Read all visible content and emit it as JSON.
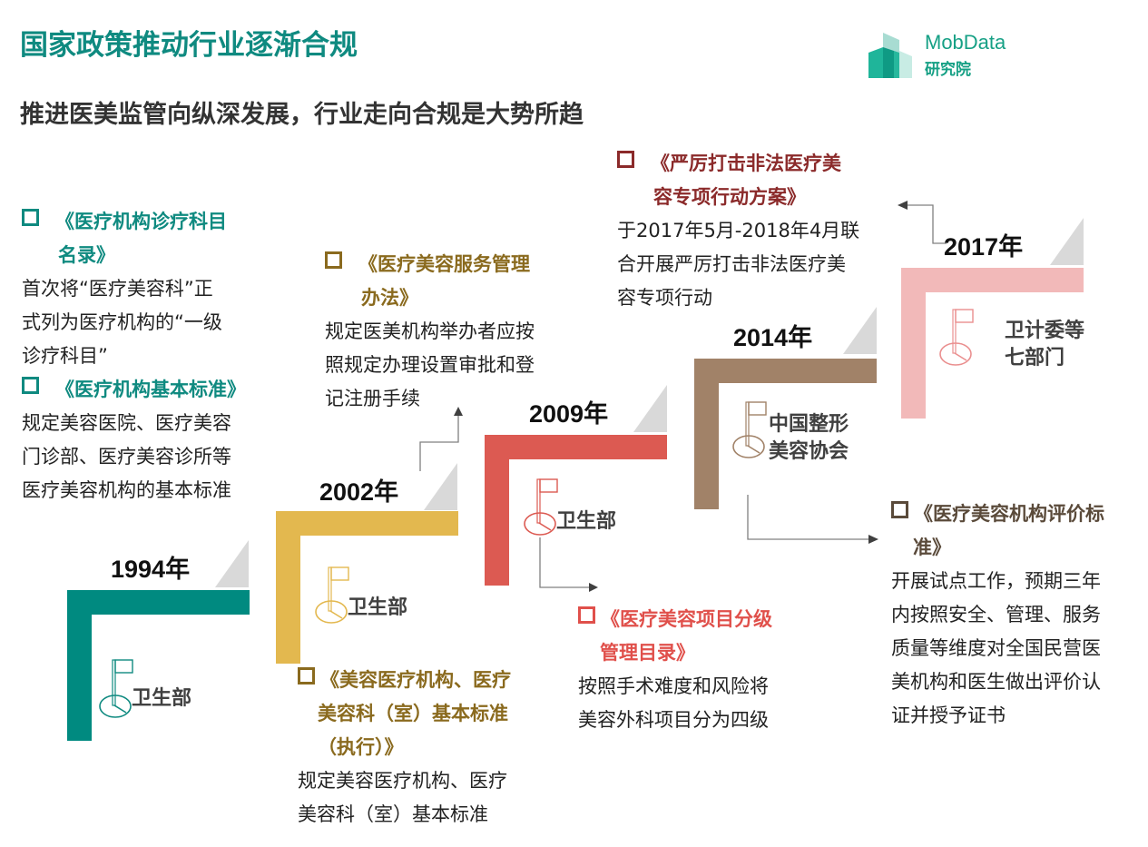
{
  "header": {
    "title": "国家政策推动行业逐渐合规",
    "subtitle": "推进医美监管向纵深发展，行业走向合规是大势所趋"
  },
  "logo": {
    "name_en": "MobData",
    "name_cn": "研究院",
    "icon": "building-logo-icon",
    "color": "#16a085"
  },
  "colors": {
    "title": "#0f8a80",
    "step_1994": "#008a80",
    "step_2002": "#e3b84f",
    "step_2009": "#dc5a52",
    "step_2014": "#a18268",
    "step_2017": "#f2b9b9",
    "text_1994": "#0f8a80",
    "text_2002": "#8a6a1e",
    "text_2009": "#e0504b",
    "text_2017": "#8b2a2a",
    "text_2014": "#5a4a3a"
  },
  "timeline": [
    {
      "year": "1994年",
      "org": "卫生部",
      "icon": "flag-pin-icon",
      "policies": [
        {
          "title_line1": "《医疗机构诊疗科目",
          "title_line2": "名录》",
          "body": [
            "首次将“医疗美容科”正",
            "式列为医疗机构的“一级",
            "诊疗科目”"
          ]
        },
        {
          "title_line1": "《医疗机构基本标准》",
          "title_line2": "",
          "body": [
            "规定美容医院、医疗美容",
            "门诊部、医疗美容诊所等",
            "医疗美容机构的基本标准"
          ]
        }
      ]
    },
    {
      "year": "2002年",
      "org": "卫生部",
      "icon": "flag-pin-icon",
      "policies": [
        {
          "title_line1": "《医疗美容服务管理",
          "title_line2": "办法》",
          "body": [
            "规定医美机构举办者应按",
            "照规定办理设置审批和登",
            "记注册手续"
          ]
        },
        {
          "title_line1": "《美容医疗机构、医疗",
          "title_line2": "美容科（室）基本标准",
          "title_line3": "（执行）》",
          "body": [
            "规定美容医疗机构、医疗",
            "美容科（室）基本标准"
          ]
        }
      ]
    },
    {
      "year": "2009年",
      "org": "卫生部",
      "icon": "flag-pin-icon",
      "policies": [
        {
          "title_line1": "《医疗美容项目分级",
          "title_line2": "管理目录》",
          "body": [
            "按照手术难度和风险将",
            "美容外科项目分为四级"
          ]
        }
      ]
    },
    {
      "year": "2014年",
      "org_line1": "中国整形",
      "org_line2": "美容协会",
      "icon": "flag-pin-icon",
      "policies": [
        {
          "title_line1": "《医疗美容机构评价标",
          "title_line2": "准》",
          "body": [
            "开展试点工作，预期三年",
            "内按照安全、管理、服务",
            "质量等维度对全国民营医",
            "美机构和医生做出评价认",
            "证并授予证书"
          ]
        }
      ]
    },
    {
      "year": "2017年",
      "org_line1": "卫计委等",
      "org_line2": "七部门",
      "icon": "flag-pin-icon",
      "policies": [
        {
          "title_line1": "《严厉打击非法医疗美",
          "title_line2": "容专项行动方案》",
          "body": [
            "于2017年5月-2018年4月联",
            "合开展严厉打击非法医疗美",
            "容专项行动"
          ]
        }
      ]
    }
  ]
}
